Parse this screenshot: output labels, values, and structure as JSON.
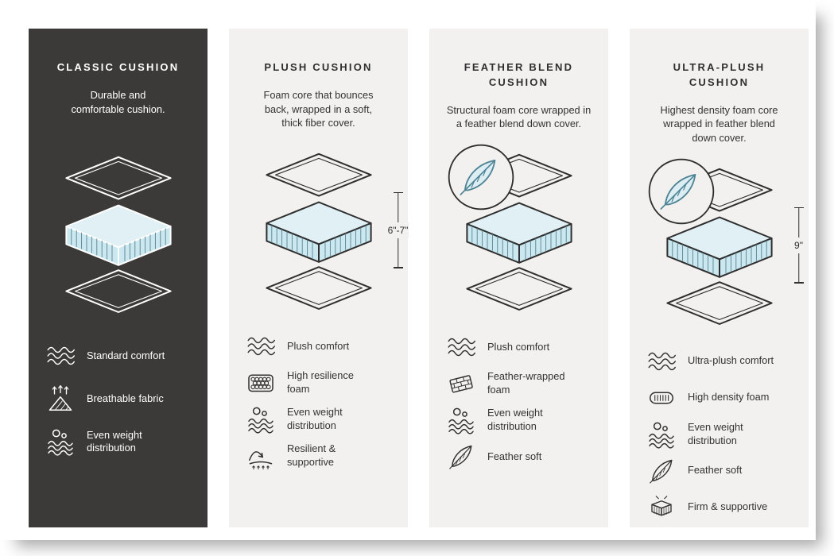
{
  "infographic": {
    "type": "cushion-comparison",
    "colors": {
      "dark_card_bg": "#3b3a38",
      "light_card_bg": "#f2f1ef",
      "foam_fill": "#cfe8ef",
      "stroke_dark": "#2f2f2f",
      "stroke_light": "#ffffff",
      "feather_accent": "#4f8494"
    }
  },
  "cards": [
    {
      "title": "CLASSIC CUSHION",
      "description": "Durable and\ncomfortable cushion.",
      "theme": "dark",
      "features": [
        {
          "icon": "waves-icon",
          "label": "Standard comfort"
        },
        {
          "icon": "breathable-fabric-icon",
          "label": "Breathable fabric"
        },
        {
          "icon": "weight-distribution-icon",
          "label": "Even weight\ndistribution"
        }
      ]
    },
    {
      "title": "PLUSH CUSHION",
      "description": "Foam core that bounces\nback, wrapped in a soft,\nthick fiber cover.",
      "theme": "light",
      "measurement": "6\"-7\"",
      "features": [
        {
          "icon": "waves-icon",
          "label": "Plush comfort"
        },
        {
          "icon": "foam-cells-icon",
          "label": "High resilience\nfoam"
        },
        {
          "icon": "weight-distribution-icon",
          "label": "Even weight\ndistribution"
        },
        {
          "icon": "bounce-arrow-icon",
          "label": "Resilient &\nsupportive"
        }
      ]
    },
    {
      "title": "FEATHER BLEND\nCUSHION",
      "description": "Structural foam core wrapped in\na feather blend down cover.",
      "theme": "light",
      "feather_badge": true,
      "features": [
        {
          "icon": "waves-icon",
          "label": "Plush comfort"
        },
        {
          "icon": "foam-bricks-icon",
          "label": "Feather-wrapped\nfoam"
        },
        {
          "icon": "weight-distribution-icon",
          "label": "Even weight\ndistribution"
        },
        {
          "icon": "feather-icon",
          "label": "Feather soft"
        }
      ]
    },
    {
      "title": "ULTRA-PLUSH\nCUSHION",
      "description": "Highest density foam core\nwrapped in feather blend\ndown cover.",
      "theme": "light",
      "measurement": "9\"",
      "feather_badge": true,
      "features": [
        {
          "icon": "waves-icon",
          "label": "Ultra-plush comfort"
        },
        {
          "icon": "density-foam-icon",
          "label": "High density foam"
        },
        {
          "icon": "weight-distribution-icon",
          "label": "Even weight\ndistribution"
        },
        {
          "icon": "feather-icon",
          "label": "Feather soft"
        },
        {
          "icon": "firm-block-icon",
          "label": "Firm & supportive"
        }
      ]
    }
  ]
}
